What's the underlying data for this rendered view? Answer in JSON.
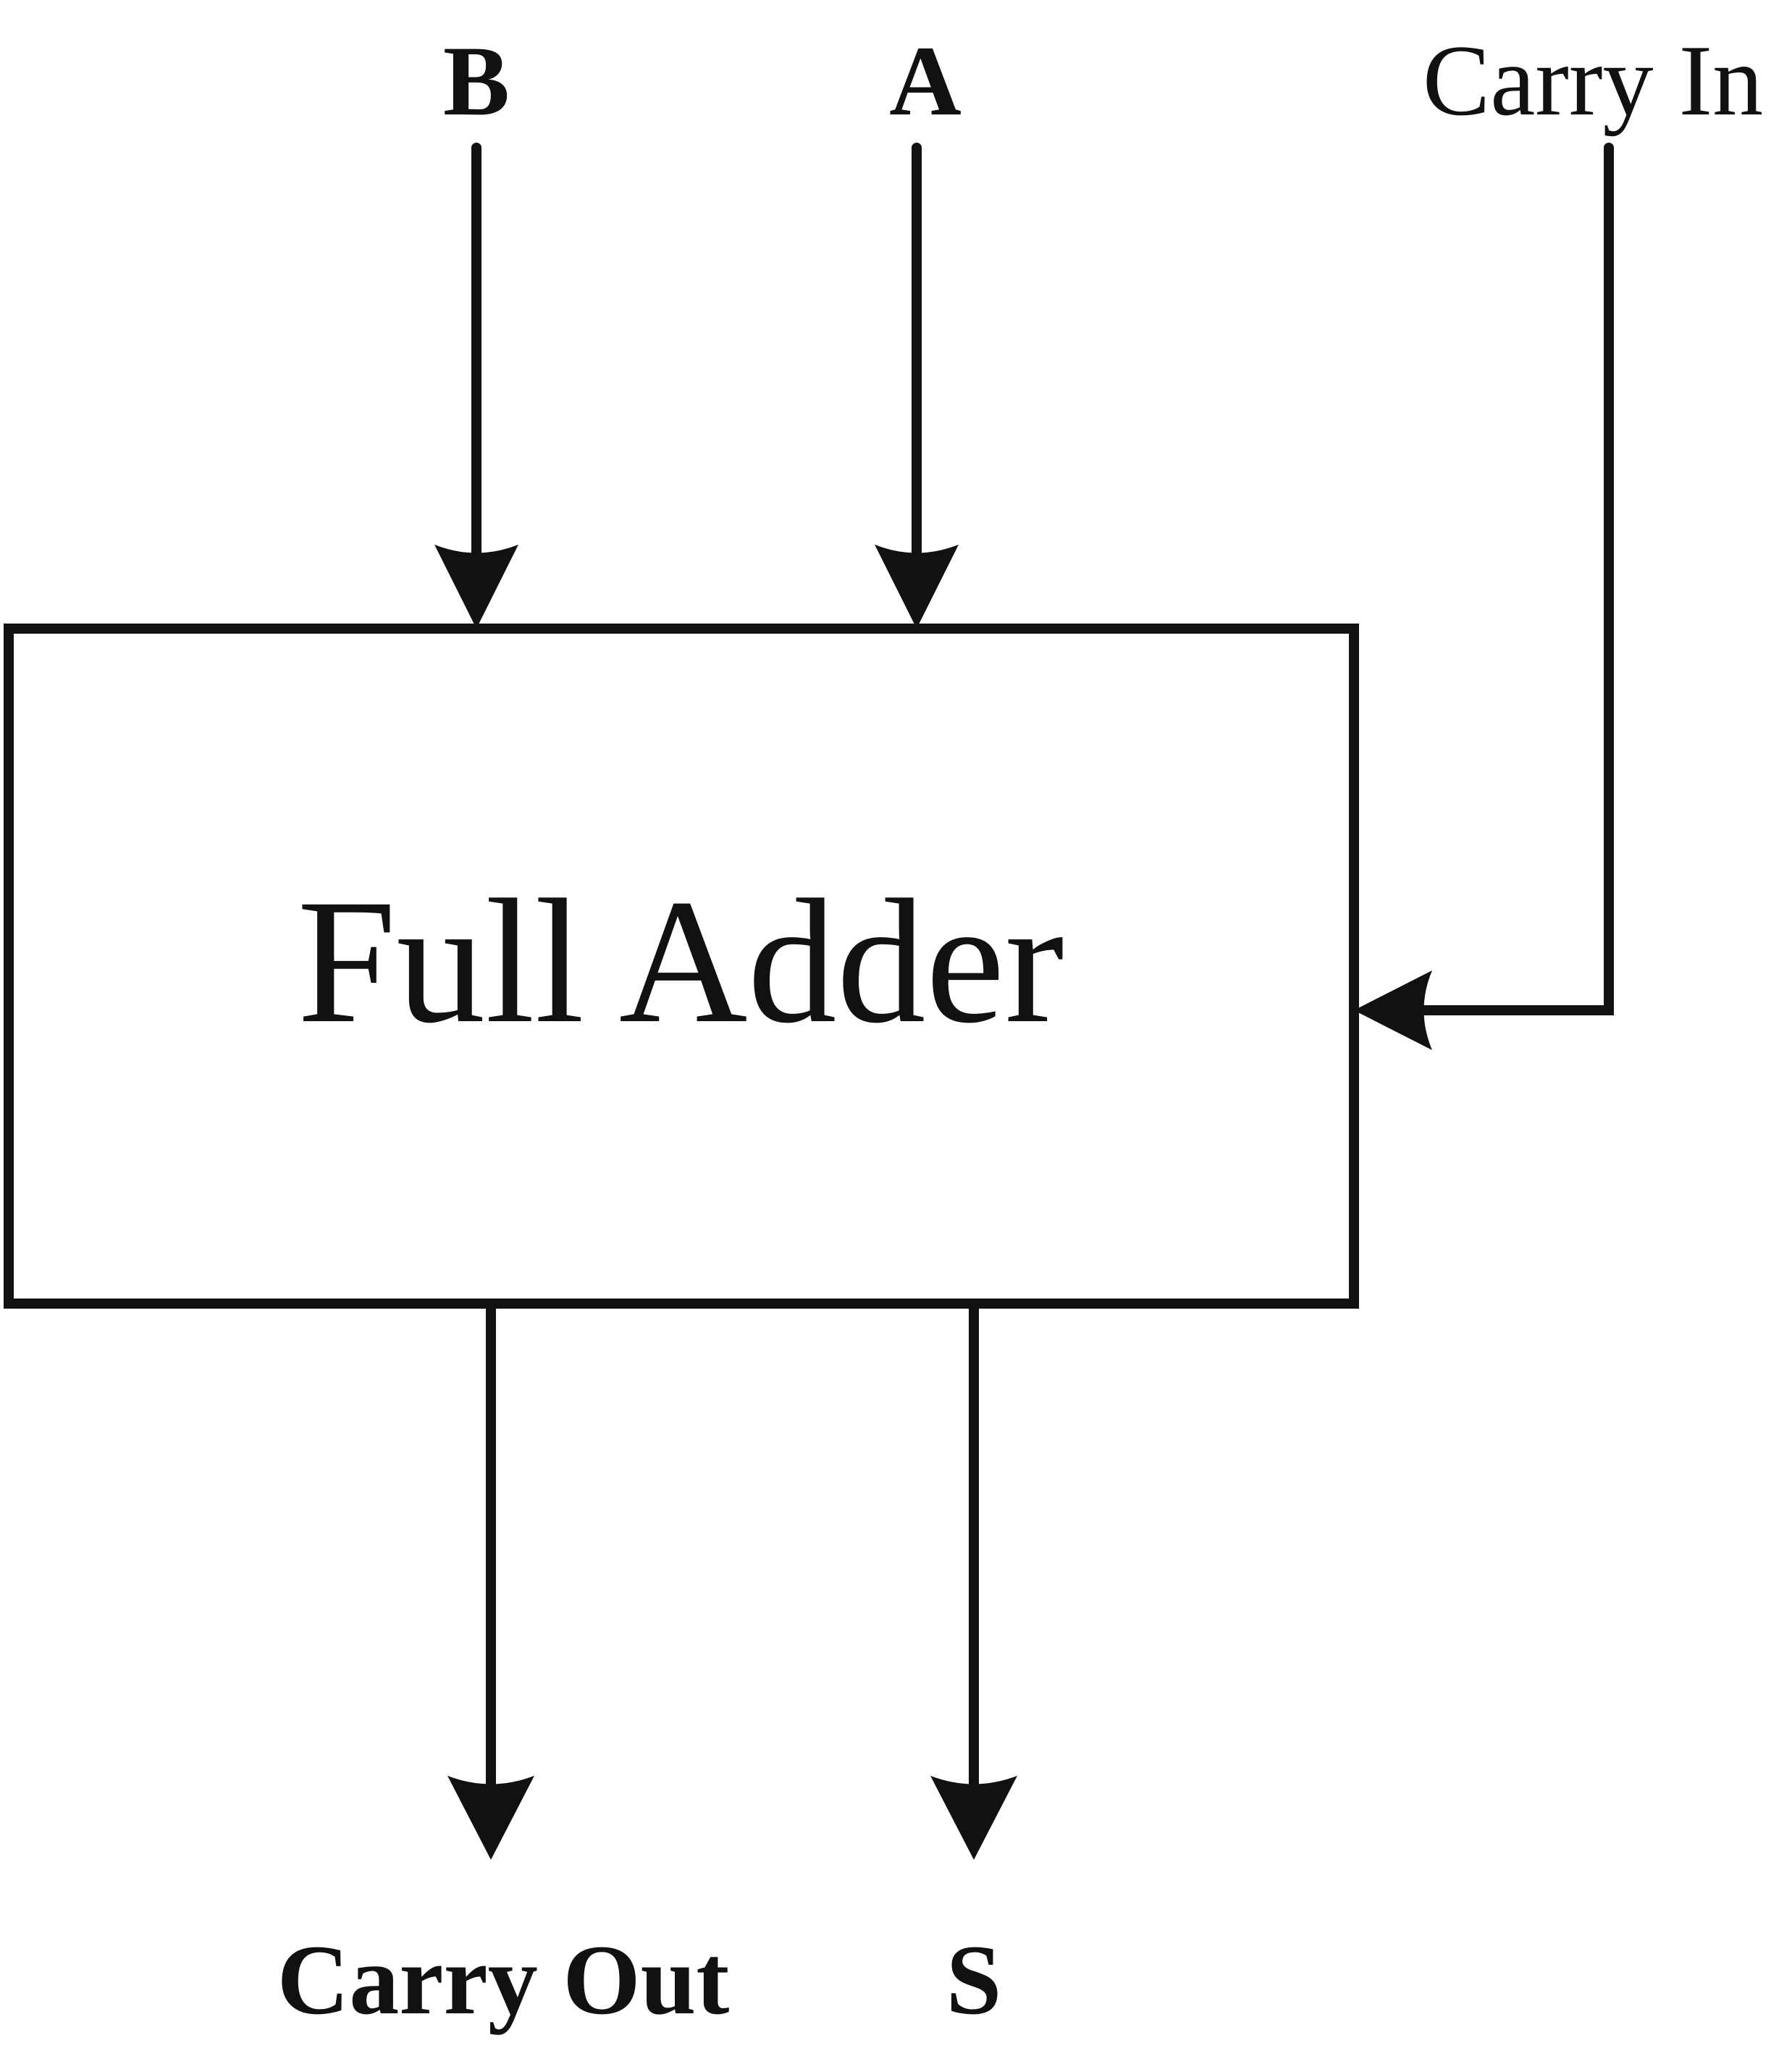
{
  "block": {
    "title": "Full Adder"
  },
  "inputs": {
    "b_label": "B",
    "a_label": "A",
    "carry_in_label": "Carry In"
  },
  "outputs": {
    "carry_out_label": "Carry Out",
    "s_label": "S"
  },
  "colors": {
    "stroke": "#111111",
    "background": "#ffffff"
  }
}
